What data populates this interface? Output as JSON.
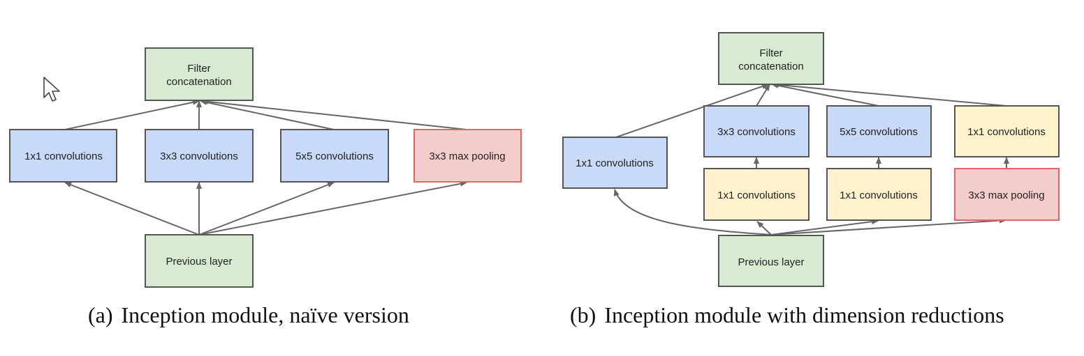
{
  "colors": {
    "green_fill": "#d9ead3",
    "blue_fill": "#c9daf8",
    "yellow_fill": "#fff2cc",
    "red_fill": "#f4cccc",
    "red_border": "#e06666",
    "border": "#555555",
    "arrow": "#666666"
  },
  "icons": {
    "cursor": "mouse-pointer-icon"
  },
  "panel_a": {
    "caption_tag": "(a)",
    "caption_text": "Inception module, naïve version",
    "filter_concat": [
      "Filter",
      "concatenation"
    ],
    "conv1": "1x1 convolutions",
    "conv3": "3x3 convolutions",
    "conv5": "5x5 convolutions",
    "pool": "3x3 max pooling",
    "prev": "Previous layer"
  },
  "panel_b": {
    "caption_tag": "(b)",
    "caption_text": "Inception module with dimension reductions",
    "filter_concat": [
      "Filter",
      "concatenation"
    ],
    "conv1_direct": "1x1 convolutions",
    "conv3": "3x3 convolutions",
    "conv5": "5x5 convolutions",
    "conv1_after_pool": "1x1 convolutions",
    "reduce_before_3x3": "1x1 convolutions",
    "reduce_before_5x5": "1x1 convolutions",
    "pool": "3x3 max pooling",
    "prev": "Previous layer"
  }
}
